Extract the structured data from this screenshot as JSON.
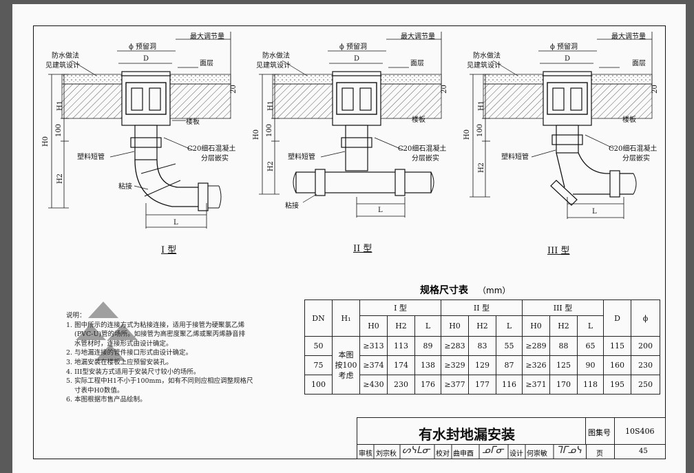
{
  "drawing": {
    "label_max_adjust": "最大调节量",
    "label_reserved_hole": "ϕ 预留洞",
    "label_D": "D",
    "label_waterproof_1": "防水做法",
    "label_waterproof_2": "见建筑设计",
    "label_surface": "面层",
    "label_floor_slab": "楼板",
    "label_concrete_1": "C20细石混凝土",
    "label_concrete_2": "分层嵌实",
    "label_plastic_pipe": "塑料短管",
    "label_glue": "粘接",
    "label_H0": "H0",
    "label_H1": "H1",
    "label_H2": "H2",
    "label_100": "100",
    "label_20": "20",
    "label_L": "L",
    "types": [
      "I 型",
      "II 型",
      "III 型"
    ]
  },
  "notes": {
    "heading": "说明：",
    "items": [
      "1. 图中所示的连接方式为粘接连接，适用于接管为硬聚氯乙烯",
      "(PVC-U)管的场所。如接管为高密度聚乙烯或聚丙烯静音排",
      "水管材时，连接形式由设计确定。",
      "2. 与地漏连接的管件接口形式由设计确定。",
      "3. 地漏安装在楼板上应预留安装孔。",
      "4. III型安装方式适用于安装尺寸较小的场所。",
      "5. 实际工程中H1不小于100mm，如有不同则应相应调整规格尺",
      "寸表中H0数值。",
      "6. 本图根据市售产品绘制。"
    ]
  },
  "spec_table": {
    "title": "规格尺寸表",
    "unit": "（mm）",
    "header_dn": "DN",
    "header_h1": "H₁",
    "header_type1": "I 型",
    "header_type2": "II 型",
    "header_type3": "III 型",
    "header_D": "D",
    "header_phi": "ϕ",
    "sub_h0": "H0",
    "sub_h2": "H2",
    "sub_l": "L",
    "h1_note_1": "本图",
    "h1_note_2": "按100",
    "h1_note_3": "考虑",
    "rows": [
      {
        "dn": "50",
        "t1_h0": "≥313",
        "t1_h2": "113",
        "t1_l": "89",
        "t2_h0": "≥283",
        "t2_h2": "83",
        "t2_l": "55",
        "t3_h0": "≥289",
        "t3_h2": "88",
        "t3_l": "65",
        "d": "115",
        "phi": "200"
      },
      {
        "dn": "75",
        "t1_h0": "≥374",
        "t1_h2": "174",
        "t1_l": "138",
        "t2_h0": "≥329",
        "t2_h2": "129",
        "t2_l": "87",
        "t3_h0": "≥326",
        "t3_h2": "125",
        "t3_l": "90",
        "d": "160",
        "phi": "230"
      },
      {
        "dn": "100",
        "t1_h0": "≥430",
        "t1_h2": "230",
        "t1_l": "176",
        "t2_h0": "≥377",
        "t2_h2": "177",
        "t2_l": "116",
        "t3_h0": "≥371",
        "t3_h2": "170",
        "t3_l": "118",
        "d": "195",
        "phi": "250"
      }
    ]
  },
  "title_block": {
    "title": "有水封地漏安装",
    "atlas_label": "图集号",
    "atlas_no": "10S406",
    "review_label": "审核",
    "review_name": "刘宗秋",
    "check_label": "校对",
    "check_name": "曲申酉",
    "design_label": "设计",
    "design_name": "何崇敏",
    "page_label": "页",
    "page_no": "45"
  },
  "colors": {
    "page_bg": "#fafafa",
    "frame": "#111111",
    "backdrop": "#5a5a5a"
  }
}
